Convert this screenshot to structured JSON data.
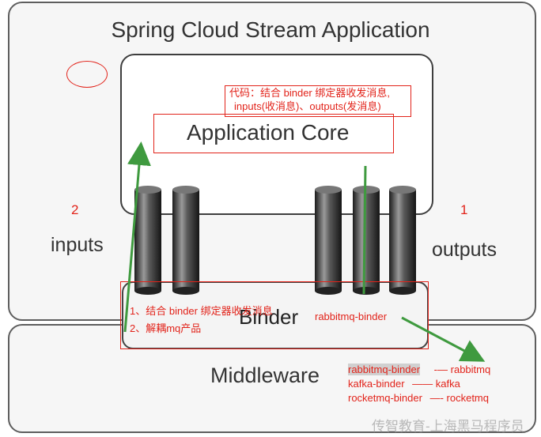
{
  "title": "Spring Cloud Stream Application",
  "core_label": "Application Core",
  "inputs_label": "inputs",
  "outputs_label": "outputs",
  "binder_label": "Binder",
  "middleware_label": "Middleware",
  "annotations": {
    "core_note_line1": "代码：结合 binder 绑定器收发消息,",
    "core_note_line2": "inputs(收消息)、outputs(发消息)",
    "binder_note_line1": "1、结合 binder 绑定器收发消息",
    "binder_note_line2": "2、解耦mq产品",
    "binder_name": "rabbitmq-binder",
    "num_left": "2",
    "num_right": "1"
  },
  "mappings": [
    {
      "binder": "rabbitmq-binder",
      "sep": "-—",
      "target": "rabbitmq"
    },
    {
      "binder": "kafka-binder",
      "sep": "——",
      "target": "kafka"
    },
    {
      "binder": "rocketmq-binder",
      "sep": "—-",
      "target": "rocketmq"
    }
  ],
  "watermark": "传智教育-上海黑马程序员",
  "colors": {
    "annotation": "#e2231a",
    "arrow": "#3f9a3f"
  }
}
